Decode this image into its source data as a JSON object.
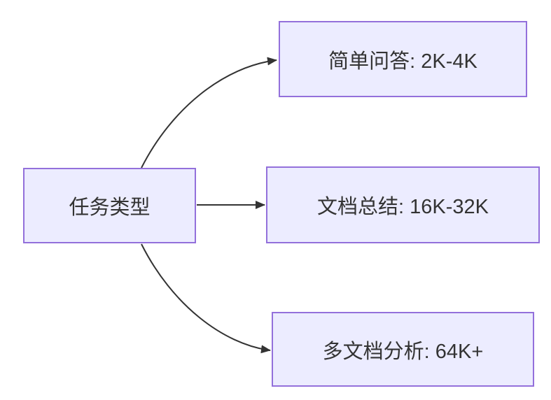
{
  "diagram": {
    "type": "flowchart",
    "direction": "left-to-right",
    "root": {
      "label": "任务类型"
    },
    "branches": [
      {
        "label": "简单问答: 2K-4K"
      },
      {
        "label": "文档总结: 16K-32K"
      },
      {
        "label": "多文档分析: 64K+"
      }
    ],
    "colors": {
      "node_fill": "#ECECFF",
      "node_border": "#9370DB",
      "edge": "#333333",
      "text": "#333333",
      "background": "#ffffff"
    }
  }
}
